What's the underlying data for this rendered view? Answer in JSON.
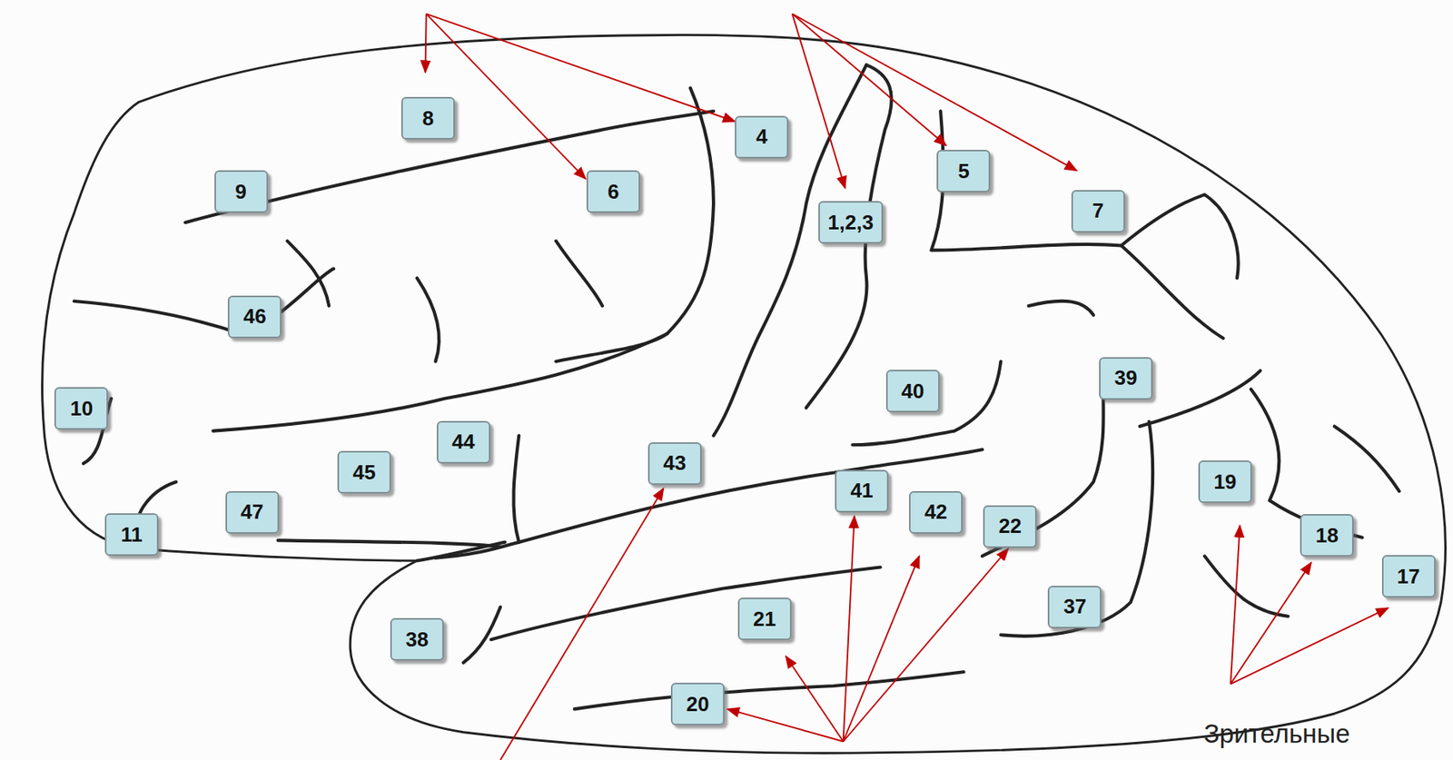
{
  "diagram": {
    "nodes": [
      {
        "text": [
          "8"
        ]
      },
      {
        "text": [
          "4"
        ]
      },
      {
        "text": [
          "5"
        ]
      },
      {
        "text": [
          "9"
        ]
      },
      {
        "text": [
          "6"
        ]
      },
      {
        "text": [
          "7"
        ]
      },
      {
        "text": [
          "1,2,3"
        ]
      },
      {
        "text": [
          "46"
        ]
      },
      {
        "text": [
          "39"
        ]
      },
      {
        "text": [
          "10"
        ]
      },
      {
        "text": [
          "40"
        ]
      },
      {
        "text": [
          "44"
        ]
      },
      {
        "text": [
          "43"
        ]
      },
      {
        "text": [
          "45"
        ]
      },
      {
        "text": [
          "41"
        ]
      },
      {
        "text": [
          "19"
        ]
      },
      {
        "text": [
          "42"
        ]
      },
      {
        "text": [
          "47"
        ]
      },
      {
        "text": [
          "22"
        ]
      },
      {
        "text": [
          "11"
        ]
      },
      {
        "text": [
          "18"
        ]
      },
      {
        "text": [
          "17"
        ]
      },
      {
        "text": [
          "37"
        ]
      },
      {
        "text": [
          "21"
        ]
      },
      {
        "text": [
          "38"
        ]
      },
      {
        "text": [
          "20"
        ]
      }
    ],
    "labels": [
      "Зрительные"
    ]
  }
}
